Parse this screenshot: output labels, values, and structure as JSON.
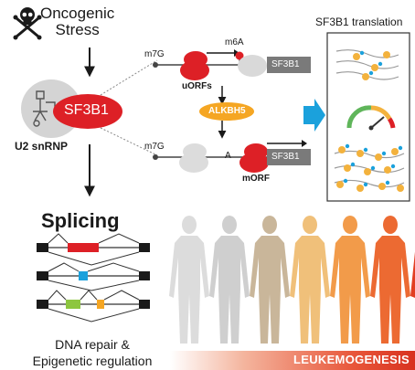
{
  "stress": {
    "title": "Oncogenic\nStress",
    "icon": "skull-crossbones-icon"
  },
  "complex": {
    "protein": "SF3B1",
    "label": "U2 snRNP"
  },
  "translation_box": {
    "title": "SF3B1 translation"
  },
  "mrna_top": {
    "cap": "m7G",
    "mark": "m6A",
    "ribosome_label": "uORFs",
    "gene": "SF3B1"
  },
  "enzyme": {
    "name": "ALKBH5"
  },
  "mrna_bottom": {
    "cap": "m7G",
    "base": "A",
    "ribosome_label": "mORF",
    "gene": "SF3B1"
  },
  "splicing": {
    "title": "Splicing"
  },
  "outcome": {
    "title": "DNA repair &\nEpigenetic regulation"
  },
  "banner": {
    "label": "LEUKEMOGENESIS"
  },
  "colors": {
    "sf3b1_red": "#dd2026",
    "alkbh5_orange": "#f5a623",
    "arrow_blue": "#1ba1dc",
    "ribosome_yellow": "#f3b23d",
    "figure_gradient": [
      "#dcdcdc",
      "#cfcfcf",
      "#c9b69a",
      "#f0c07a",
      "#f29b4a",
      "#ec6a32",
      "#e23e22"
    ]
  }
}
